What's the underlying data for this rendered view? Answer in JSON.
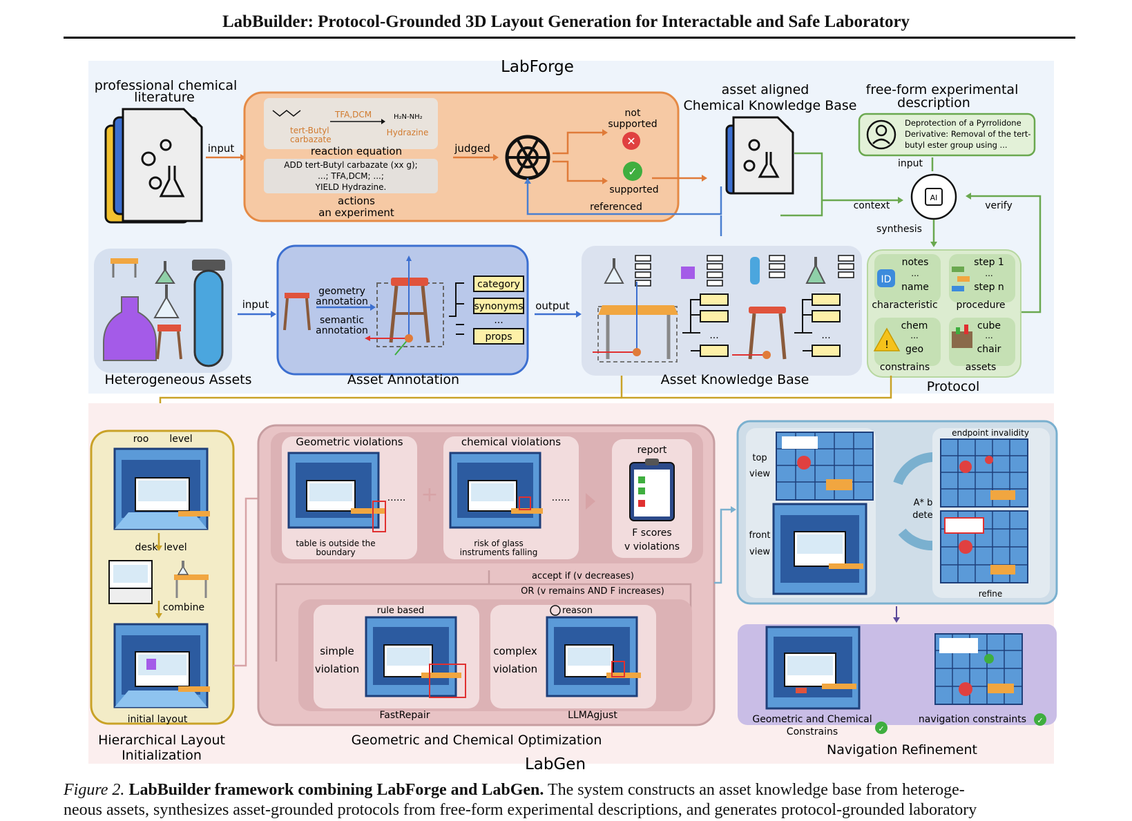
{
  "header": {
    "title": "LabBuilder: Protocol-Grounded 3D Layout Generation for Interactable and Safe Laboratory"
  },
  "figure": {
    "labforge": {
      "title": "LabForge",
      "literature_label": "professional chemical\nliterature",
      "input1": "input",
      "reactant": "tert-Butyl\ncarbazate",
      "reagent": "TFA,DCM",
      "product": "Hydrazine",
      "reaction_equation": "reaction equation",
      "actions_text": "ADD tert-Butyl carbazate (xx g);\n...; TFA,DCM; ...;\nYIELD Hydrazine.",
      "actions": "actions",
      "an_experiment": "an experiment",
      "judged": "judged",
      "not_supported": "not\nsupported",
      "supported": "supported",
      "referenced": "referenced",
      "ckb_label": "asset aligned\nChemical Knowledge Base",
      "freeform_label": "free-form experimental\ndescription",
      "freeform_text": "Deprotection of a Pyrrolidone\nDerivative: Removal of the tert-\nbutyl ester group using ...",
      "input2": "input",
      "context": "context",
      "verify": "verify",
      "synthesis": "synthesis",
      "hetero_assets": "Heterogeneous Assets",
      "input3": "input",
      "geometry_annotation": "geometry\nannotation",
      "semantic_annotation": "semantic\nannotation",
      "category": "category",
      "synonyms": "synonyms",
      "dots": "...",
      "props": "props",
      "asset_annotation": "Asset Annotation",
      "output": "output",
      "akb": "Asset Knowledge Base",
      "notes": "notes",
      "name": "name",
      "step1": "step 1",
      "stepn": "step n",
      "characteristic": "characteristic",
      "procedure": "procedure",
      "chem": "chem",
      "geo": "geo",
      "cube": "cube",
      "chair": "chair",
      "constrains": "constrains",
      "assets": "assets",
      "protocol": "Protocol"
    },
    "labgen": {
      "title": "LabGen",
      "room_level": "roo      level\nm",
      "desk_level": "desk level",
      "combine": "combine",
      "initial_layout": "initial layout",
      "hli": "Hierarchical Layout\nInitialization",
      "geo_violations": "Geometric violations",
      "geo_violation_note": "table is outside the\nboundary",
      "chem_violations": "chemical violations",
      "chem_violation_note": "risk of glass\ninstruments falling",
      "ellipsis": "......",
      "report": "report",
      "scores": "F scores",
      "violations": "v violations",
      "accept_if": "accept if (v decreases)",
      "or_remains": "OR (v remains AND F increases)",
      "rule_based": "rule based",
      "reason": "reason",
      "simple_violation": "simple\nviolation",
      "complex_violation": "complex\nviolation",
      "fastrepair": "FastRepair",
      "llmadjust": "LLMAgjust",
      "gco": "Geometric and Chemical Optimization",
      "top_view": "top\nview",
      "front_view": "front\nview",
      "astar": "A* based\ndetection",
      "endpoint_invalidity": "endpoint invalidity",
      "refine": "refine",
      "gcc": "Geometric and Chemical\nConstrains",
      "nav_constraints": "navigation constraints",
      "nav_refinement": "Navigation Refinement"
    }
  },
  "caption": {
    "fig_label": "Figure 2.",
    "bold": "LabBuilder framework combining LabForge and LabGen.",
    "text": "The system constructs an asset knowledge base from heteroge-\nneous assets, synthesizes asset-grounded protocols from free-form experimental descriptions, and generates protocol-grounded laboratory"
  },
  "colors": {
    "labforge_bg": "#eef4fb",
    "labgen_bg": "#fbeeee",
    "orange_panel": "#f6c9a4",
    "blue_panel": "#b9c8ea",
    "green_panel": "#dcecd0",
    "yellow_panel": "#f3ecc7",
    "pink_panel": "#e8c3c5",
    "nav_panel": "#cfdde8",
    "purple_panel": "#c9bde6"
  }
}
